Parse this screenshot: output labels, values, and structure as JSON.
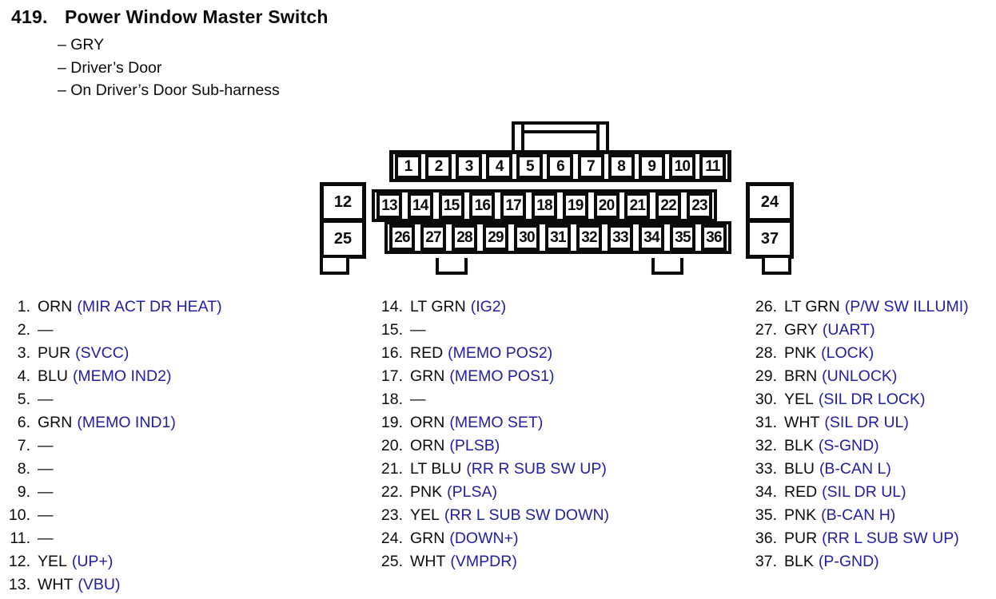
{
  "header": {
    "number": "419.",
    "title": "Power Window Master Switch",
    "subitems": [
      "– GRY",
      "– Driver’s Door",
      "– On Driver’s Door Sub-harness"
    ]
  },
  "connector": {
    "top_row": [
      "1",
      "2",
      "3",
      "4",
      "5",
      "6",
      "7",
      "8",
      "9",
      "10",
      "11"
    ],
    "mid_row": [
      "13",
      "14",
      "15",
      "16",
      "17",
      "18",
      "19",
      "20",
      "21",
      "22",
      "23"
    ],
    "bottom_row": [
      "26",
      "27",
      "28",
      "29",
      "30",
      "31",
      "32",
      "33",
      "34",
      "35",
      "36"
    ],
    "left_top": "12",
    "left_bottom": "25",
    "right_top": "24",
    "right_bottom": "37"
  },
  "pins": {
    "col1": [
      {
        "num": "1.",
        "wire": "ORN",
        "signal": "(MIR ACT DR HEAT)"
      },
      {
        "num": "2.",
        "wire": "—",
        "signal": ""
      },
      {
        "num": "3.",
        "wire": "PUR",
        "signal": "(SVCC)"
      },
      {
        "num": "4.",
        "wire": "BLU",
        "signal": "(MEMO IND2)"
      },
      {
        "num": "5.",
        "wire": "—",
        "signal": ""
      },
      {
        "num": "6.",
        "wire": "GRN",
        "signal": "(MEMO IND1)"
      },
      {
        "num": "7.",
        "wire": "—",
        "signal": ""
      },
      {
        "num": "8.",
        "wire": "—",
        "signal": ""
      },
      {
        "num": "9.",
        "wire": "—",
        "signal": ""
      },
      {
        "num": "10.",
        "wire": "—",
        "signal": ""
      },
      {
        "num": "11.",
        "wire": "—",
        "signal": ""
      },
      {
        "num": "12.",
        "wire": "YEL",
        "signal": "(UP+)"
      },
      {
        "num": "13.",
        "wire": "WHT",
        "signal": "(VBU)"
      }
    ],
    "col2": [
      {
        "num": "14.",
        "wire": "LT GRN",
        "signal": "(IG2)"
      },
      {
        "num": "15.",
        "wire": "—",
        "signal": ""
      },
      {
        "num": "16.",
        "wire": "RED",
        "signal": "(MEMO POS2)"
      },
      {
        "num": "17.",
        "wire": "GRN",
        "signal": "(MEMO POS1)"
      },
      {
        "num": "18.",
        "wire": "—",
        "signal": ""
      },
      {
        "num": "19.",
        "wire": "ORN",
        "signal": "(MEMO SET)"
      },
      {
        "num": "20.",
        "wire": "ORN",
        "signal": "(PLSB)"
      },
      {
        "num": "21.",
        "wire": "LT BLU",
        "signal": "(RR R SUB SW UP)"
      },
      {
        "num": "22.",
        "wire": "PNK",
        "signal": "(PLSA)"
      },
      {
        "num": "23.",
        "wire": "YEL",
        "signal": "(RR L SUB SW DOWN)"
      },
      {
        "num": "24.",
        "wire": "GRN",
        "signal": "(DOWN+)"
      },
      {
        "num": "25.",
        "wire": "WHT",
        "signal": "(VMPDR)"
      }
    ],
    "col3": [
      {
        "num": "26.",
        "wire": "LT GRN",
        "signal": "(P/W SW ILLUMI)"
      },
      {
        "num": "27.",
        "wire": "GRY",
        "signal": "(UART)"
      },
      {
        "num": "28.",
        "wire": "PNK",
        "signal": "(LOCK)"
      },
      {
        "num": "29.",
        "wire": "BRN",
        "signal": "(UNLOCK)"
      },
      {
        "num": "30.",
        "wire": "YEL",
        "signal": "(SIL DR LOCK)"
      },
      {
        "num": "31.",
        "wire": "WHT",
        "signal": "(SIL DR UL)"
      },
      {
        "num": "32.",
        "wire": "BLK",
        "signal": "(S-GND)"
      },
      {
        "num": "33.",
        "wire": "BLU",
        "signal": "(B-CAN L)"
      },
      {
        "num": "34.",
        "wire": "RED",
        "signal": "(SIL DR UL)"
      },
      {
        "num": "35.",
        "wire": "PNK",
        "signal": "(B-CAN H)"
      },
      {
        "num": "36.",
        "wire": "PUR",
        "signal": "(RR L SUB SW UP)"
      },
      {
        "num": "37.",
        "wire": "BLK",
        "signal": "(P-GND)"
      }
    ]
  },
  "colors": {
    "ink": "#0b0b0b",
    "signal_blue": "#2120a2",
    "background": "#ffffff"
  }
}
